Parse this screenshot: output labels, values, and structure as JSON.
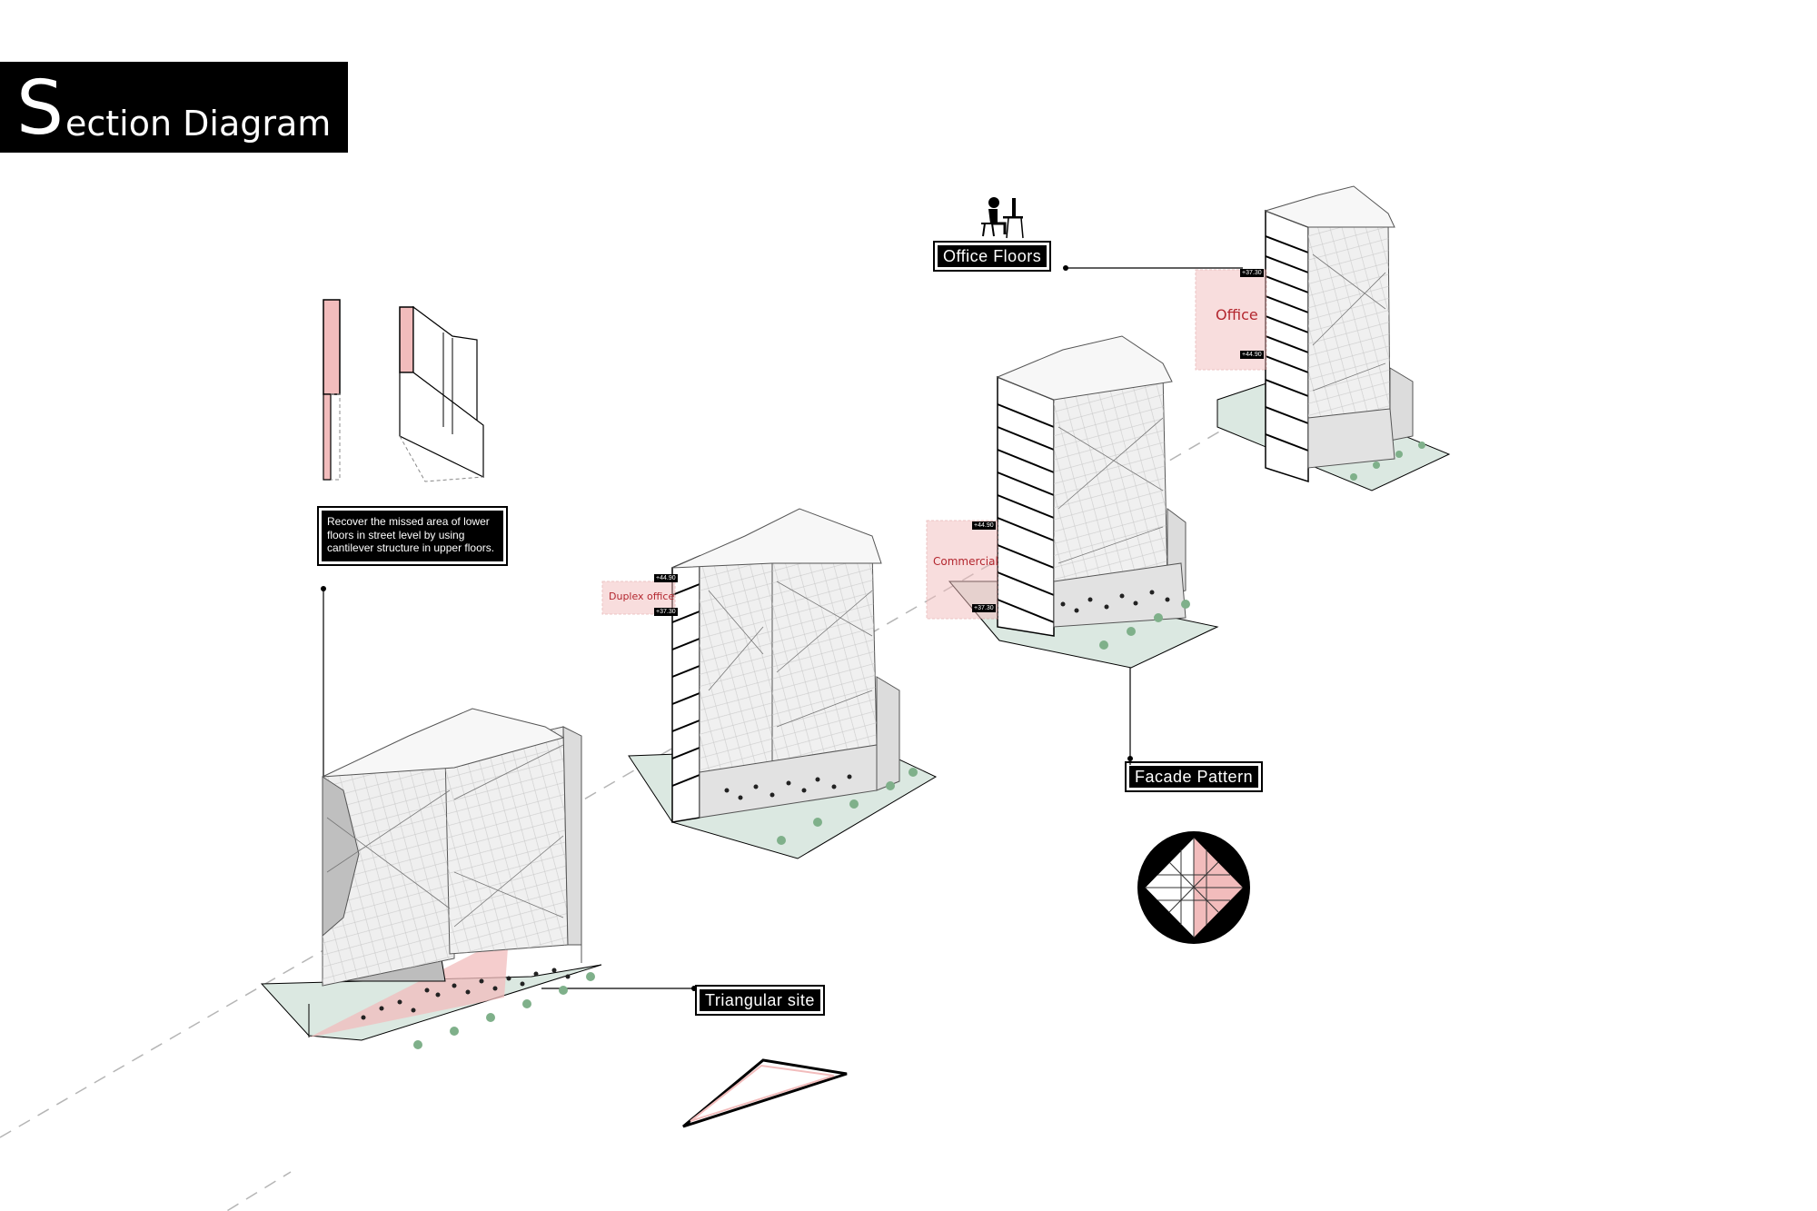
{
  "title": {
    "initial": "S",
    "rest": "ection Diagram"
  },
  "note": "Recover the missed area of lower floors in street level by using cantilever structure in upper floors.",
  "labels": {
    "office_floors": "Office Floors",
    "facade_pattern": "Facade Pattern",
    "triangular_site": "Triangular site"
  },
  "zones": {
    "duplex": "Duplex office",
    "commercial": "Commercial",
    "office": "Office"
  },
  "levels": {
    "duplex_top": "+44.90",
    "duplex_bottom": "+37.30",
    "commercial_top": "+44.90",
    "commercial_bottom": "+37.30",
    "office_top": "+37.30",
    "office_bottom": "+44.90"
  },
  "colors": {
    "accent_pink": "#f2bcbc",
    "accent_red": "#b3262e",
    "ground_green": "#dbe8e1",
    "black": "#000000"
  }
}
